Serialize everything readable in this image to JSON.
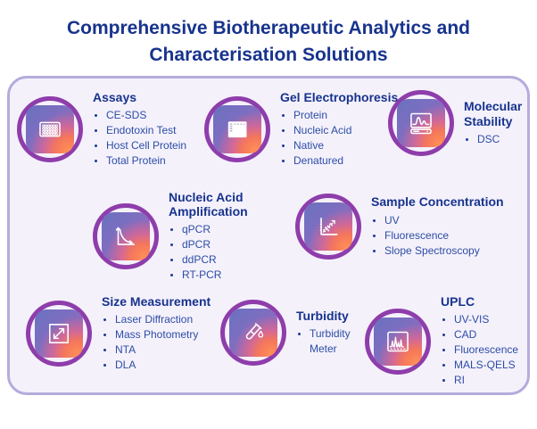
{
  "title": "Comprehensive Biotherapeutic Analytics and Characterisation Solutions",
  "colors": {
    "title_navy": "#17338d",
    "bullet_blue": "#2d4da5",
    "ring_purple": "#8e3dab",
    "panel_border": "#b5abdc",
    "panel_bg": "#f4f1fb",
    "tile_gradient_blue": "#6a71c0",
    "tile_gradient_purple": "#9468bb",
    "tile_gradient_orange": "#ff9057",
    "icon_stroke": "#ffffff"
  },
  "categories": [
    {
      "name": "Assays",
      "icon": "microplate-icon",
      "items": [
        "CE-SDS",
        "Endotoxin Test",
        "Host Cell Protein",
        "Total Protein"
      ]
    },
    {
      "name": "Gel Electrophoresis",
      "icon": "gel-blot-icon",
      "items": [
        "Protein",
        "Nucleic Acid",
        "Native",
        "Denatured"
      ]
    },
    {
      "name": "Molecular Stability",
      "icon": "dsc-instrument-icon",
      "items": [
        "DSC"
      ]
    },
    {
      "name": "Nucleic Acid Amplification",
      "icon": "amplification-curve-icon",
      "items": [
        "qPCR",
        "dPCR",
        "ddPCR",
        "RT-PCR"
      ]
    },
    {
      "name": "Sample Concentration",
      "icon": "scatter-plot-icon",
      "items": [
        "UV",
        "Fluorescence",
        "Slope Spectroscopy"
      ]
    },
    {
      "name": "Size Measurement",
      "icon": "size-arrow-icon",
      "items": [
        "Laser Diffraction",
        "Mass Photometry",
        "NTA",
        "DLA"
      ]
    },
    {
      "name": "Turbidity",
      "icon": "test-tube-icon",
      "items": [
        "Turbidity Meter"
      ]
    },
    {
      "name": "UPLC",
      "icon": "chromatogram-icon",
      "items": [
        "UV-VIS",
        "CAD",
        "Fluorescence",
        "MALS-QELS",
        "RI"
      ]
    }
  ]
}
